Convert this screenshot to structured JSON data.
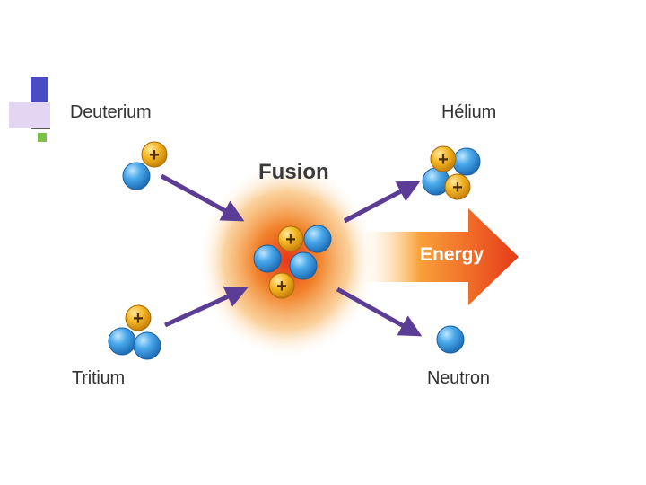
{
  "labels": {
    "deuterium": "Deuterium",
    "tritium": "Tritium",
    "fusion": "Fusion",
    "helium": "Hélium",
    "neutron": "Neutron",
    "energy": "Energy"
  },
  "particle_symbols": {
    "proton": "+"
  },
  "colors": {
    "proton": "#f2b21d",
    "neutron": "#3d9fe0",
    "arrow": "#4a3a8c",
    "energy_arrow": "#e8401c",
    "glow": "#f07a1e",
    "accent_block": "#4b4bc4",
    "accent_light": "#d9c8f0",
    "accent_green": "#7cc24a"
  },
  "icons": {
    "proton": "proton-particle-icon",
    "neutron": "neutron-particle-icon"
  }
}
